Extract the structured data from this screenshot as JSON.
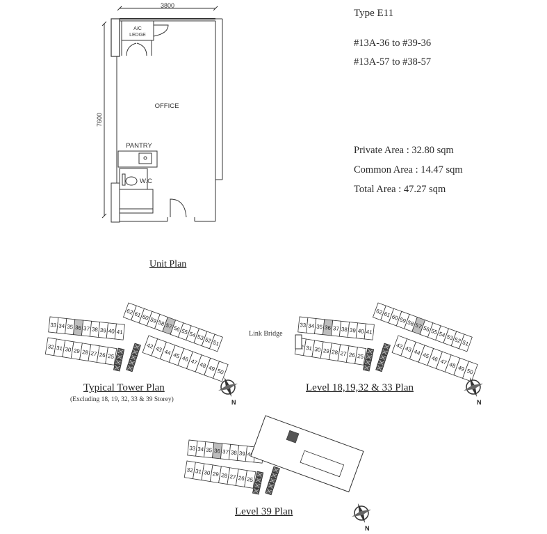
{
  "unit_type": "Type E11",
  "unit_ranges": [
    "#13A-36 to #39-36",
    "#13A-57 to #38-57"
  ],
  "areas": {
    "private": "Private Area : 32.80 sqm",
    "common": "Common Area : 14.47 sqm",
    "total": "Total Area : 47.27 sqm"
  },
  "unit_plan": {
    "title": "Unit Plan",
    "width_dim": "3800",
    "depth_dim": "7600",
    "rooms": {
      "ac_ledge_1": "A/C",
      "ac_ledge_2": "LEDGE",
      "office": "OFFICE",
      "pantry": "PANTRY",
      "wc": "W.C"
    }
  },
  "key_plans": {
    "typical": {
      "title": "Typical Tower Plan",
      "subtitle": "(Excluding 18, 19, 32, 33 & 39 Storey)"
    },
    "level_18": {
      "title": "Level 18,19,32 & 33 Plan",
      "link_bridge": "Link Bridge"
    },
    "level_39": {
      "title": "Level 39 Plan"
    },
    "compass_label": "N",
    "highlight_units": [
      "36",
      "57"
    ],
    "highlight_color": "#bdbdbd",
    "left_wing_top": [
      "33",
      "34",
      "35",
      "36",
      "37",
      "38",
      "39",
      "40",
      "41"
    ],
    "left_wing_bottom": [
      "32",
      "31",
      "30",
      "29",
      "28",
      "27",
      "26",
      "25"
    ],
    "right_wing_top": [
      "62",
      "61",
      "60",
      "59",
      "58",
      "57",
      "56",
      "55",
      "54",
      "53",
      "52",
      "51"
    ],
    "right_wing_bottom": [
      "42",
      "43",
      "44",
      "45",
      "46",
      "47",
      "48",
      "49",
      "50"
    ]
  }
}
